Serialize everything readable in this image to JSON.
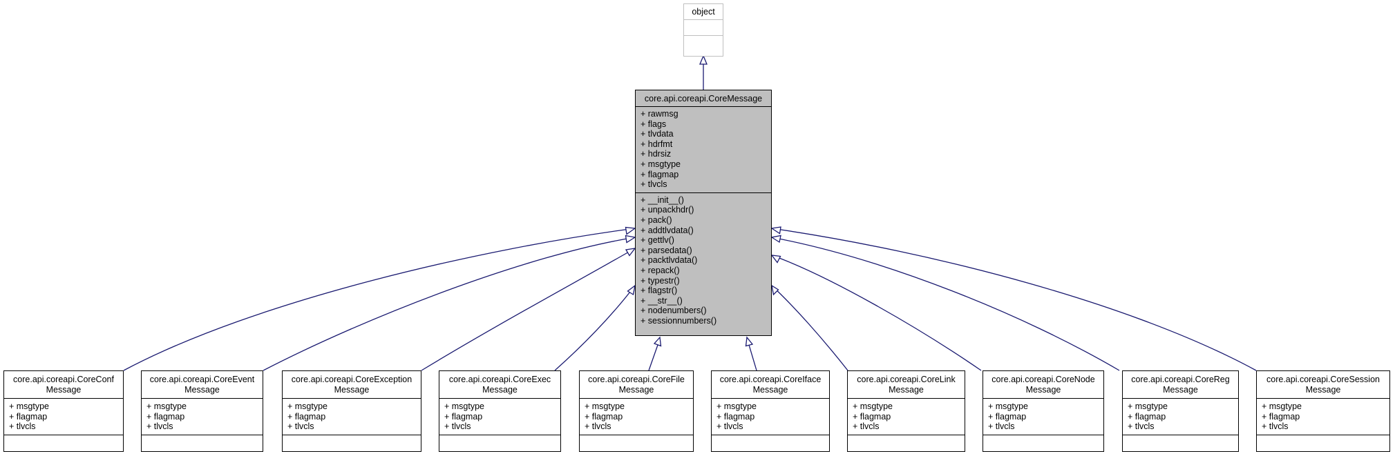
{
  "base_class": {
    "name": "object",
    "attributes": [],
    "methods": []
  },
  "core_message": {
    "name": "core.api.coreapi.CoreMessage",
    "attributes": [
      "+ rawmsg",
      "+ flags",
      "+ tlvdata",
      "+ hdrfmt",
      "+ hdrsiz",
      "+ msgtype",
      "+ flagmap",
      "+ tlvcls"
    ],
    "methods": [
      "+ __init__()",
      "+ unpackhdr()",
      "+ pack()",
      "+ addtlvdata()",
      "+ gettlv()",
      "+ parsedata()",
      "+ packtlvdata()",
      "+ repack()",
      "+ typestr()",
      "+ flagstr()",
      "+ __str__()",
      "+ nodenumbers()",
      "+ sessionnumbers()"
    ]
  },
  "subclasses": [
    {
      "line1": "core.api.coreapi.CoreConf",
      "line2": "Message",
      "attributes": [
        "+ msgtype",
        "+ flagmap",
        "+ tlvcls"
      ]
    },
    {
      "line1": "core.api.coreapi.CoreEvent",
      "line2": "Message",
      "attributes": [
        "+ msgtype",
        "+ flagmap",
        "+ tlvcls"
      ]
    },
    {
      "line1": "core.api.coreapi.CoreException",
      "line2": "Message",
      "attributes": [
        "+ msgtype",
        "+ flagmap",
        "+ tlvcls"
      ]
    },
    {
      "line1": "core.api.coreapi.CoreExec",
      "line2": "Message",
      "attributes": [
        "+ msgtype",
        "+ flagmap",
        "+ tlvcls"
      ]
    },
    {
      "line1": "core.api.coreapi.CoreFile",
      "line2": "Message",
      "attributes": [
        "+ msgtype",
        "+ flagmap",
        "+ tlvcls"
      ]
    },
    {
      "line1": "core.api.coreapi.CoreIface",
      "line2": "Message",
      "attributes": [
        "+ msgtype",
        "+ flagmap",
        "+ tlvcls"
      ]
    },
    {
      "line1": "core.api.coreapi.CoreLink",
      "line2": "Message",
      "attributes": [
        "+ msgtype",
        "+ flagmap",
        "+ tlvcls"
      ]
    },
    {
      "line1": "core.api.coreapi.CoreNode",
      "line2": "Message",
      "attributes": [
        "+ msgtype",
        "+ flagmap",
        "+ tlvcls"
      ]
    },
    {
      "line1": "core.api.coreapi.CoreReg",
      "line2": "Message",
      "attributes": [
        "+ msgtype",
        "+ flagmap",
        "+ tlvcls"
      ]
    },
    {
      "line1": "core.api.coreapi.CoreSession",
      "line2": "Message",
      "attributes": [
        "+ msgtype",
        "+ flagmap",
        "+ tlvcls"
      ]
    }
  ],
  "colors": {
    "edge": "#191970",
    "base_class_border": "#bfbfbf",
    "focus_class_fill": "#bfbfbf",
    "class_border": "#000000",
    "background": "#ffffff"
  }
}
